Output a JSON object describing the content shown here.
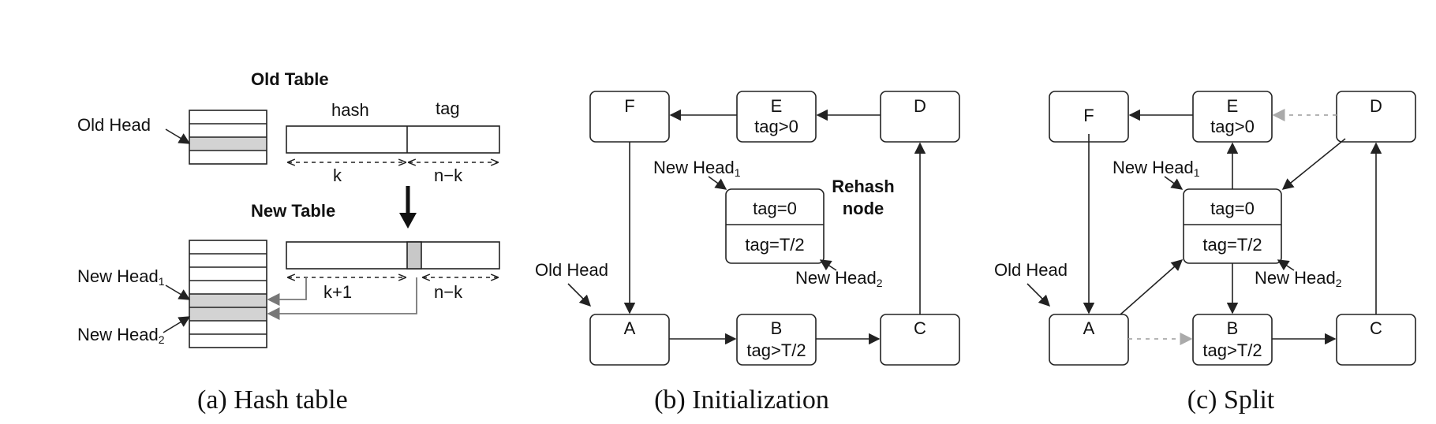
{
  "panel_a": {
    "old_table": "Old Table",
    "new_table": "New Table",
    "hash": "hash",
    "tag": "tag",
    "k": "k",
    "n_minus_k": "n−k",
    "k_plus_1": "k+1",
    "n_minus_k_2": "n−k",
    "old_head": "Old Head",
    "new_head_1": "New Head",
    "new_head_1_sub": "1",
    "new_head_2": "New Head",
    "new_head_2_sub": "2",
    "caption": "(a)  Hash table"
  },
  "panel_b": {
    "node_f": "F",
    "node_e": "E",
    "node_e_tag": "tag>0",
    "node_d": "D",
    "node_a": "A",
    "node_b": "B",
    "node_b_tag": "tag>T/2",
    "node_c": "C",
    "rehash_top": "tag=0",
    "rehash_bottom": "tag=T/2",
    "rehash_label_1": "Rehash",
    "rehash_label_2": "node",
    "new_head_1": "New Head",
    "new_head_1_sub": "1",
    "new_head_2": "New Head",
    "new_head_2_sub": "2",
    "old_head": "Old Head",
    "caption": "(b)  Initialization"
  },
  "panel_c": {
    "node_f": "F",
    "node_e": "E",
    "node_e_tag": "tag>0",
    "node_d": "D",
    "node_a": "A",
    "node_b": "B",
    "node_b_tag": "tag>T/2",
    "node_c": "C",
    "rehash_top": "tag=0",
    "rehash_bottom": "tag=T/2",
    "new_head_1": "New Head",
    "new_head_1_sub": "1",
    "new_head_2": "New Head",
    "new_head_2_sub": "2",
    "old_head": "Old Head",
    "caption": "(c)  Split"
  },
  "colors": {
    "stroke": "#222222",
    "highlight": "#d3d3d3",
    "ghost_edge": "#aaaaaa",
    "pointer_gray": "#777777"
  }
}
